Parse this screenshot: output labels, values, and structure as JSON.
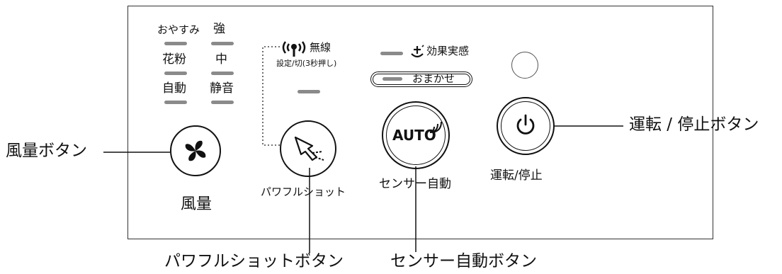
{
  "panel": {
    "fan_modes": {
      "oyasumi": "おやすみ",
      "kyou": "強",
      "kafun": "花粉",
      "chuu": "中",
      "jidou": "自動",
      "seion": "静音"
    },
    "wireless": {
      "title": "無線",
      "subtitle": "設定/切(3秒押し)"
    },
    "effect_label": "効果実感",
    "omakase_label": "おまかせ",
    "auto_symbol": "AUTO",
    "buttons": {
      "fan_label": "風量",
      "powershot_label": "パワフルショット",
      "sensor_label": "センサー自動",
      "power_label": "運転/停止"
    }
  },
  "callouts": {
    "fan": "風量ボタン",
    "power": "運転 / 停止ボタン",
    "powershot": "パワフルショットボタン",
    "sensor": "センサー自動ボタン"
  },
  "colors": {
    "line": "#111111",
    "led": "#8a8a8a",
    "panel_border": "#333333"
  }
}
